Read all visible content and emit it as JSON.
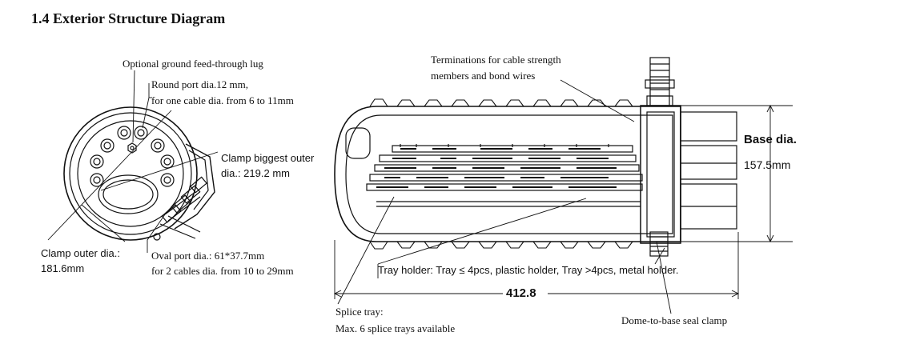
{
  "title": "1.4 Exterior Structure Diagram",
  "labels": {
    "ground_lug": "Optional ground feed-through lug",
    "round_port_1": "Round port dia.12 mm,",
    "round_port_2": "for one cable dia. from 6 to  11mm",
    "clamp_biggest_1": "Clamp biggest outer",
    "clamp_biggest_2": "dia.: 219.2  mm",
    "clamp_outer_1": "Clamp outer dia.:",
    "clamp_outer_2": "181.6mm",
    "oval_port_1": "Oval port dia.:  61*37.7mm",
    "oval_port_2": "for 2 cables dia. from 10 to 29mm",
    "terminations_1": "Terminations for cable strength",
    "terminations_2": "members and bond wires",
    "base_dia_1": "Base dia.",
    "base_dia_2": "157.5mm",
    "tray_holder": "Tray holder: Tray ≤ 4pcs, plastic holder, Tray >4pcs, metal holder.",
    "length": "412.8",
    "splice_tray_1": "Splice tray:",
    "splice_tray_2": "Max. 6 splice trays available",
    "seal_clamp": "Dome-to-base seal clamp"
  }
}
